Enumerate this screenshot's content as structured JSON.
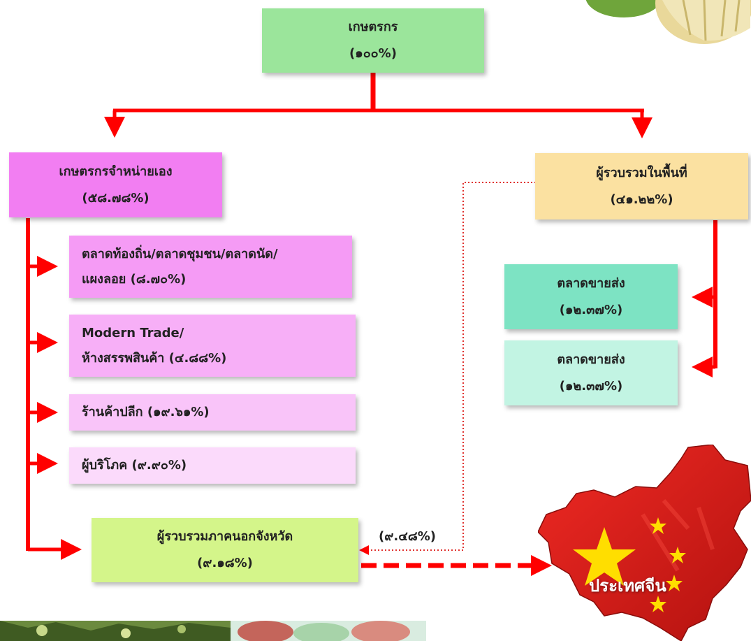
{
  "farmer": {
    "name": "เกษตรกร",
    "pct": "(๑๐๐%)"
  },
  "self_sell": {
    "name": "เกษตรกรจำหน่ายเอง",
    "pct": "(๕๘.๗๘%)"
  },
  "local_collector": {
    "name": "ผู้รวบรวมในพื้นที่",
    "pct": "(๔๑.๒๒%)"
  },
  "channels": [
    {
      "line1": "ตลาดท้องถิ่น/ตลาดชุมชน/ตลาดนัด/",
      "line2": "แผงลอย (๘.๗๐%)"
    },
    {
      "line1": "Modern Trade/",
      "line2": "ห้างสรรพสินค้า (๔.๘๘%)"
    },
    {
      "line1": "ร้านค้าปลีก (๑๙.๖๑%)"
    },
    {
      "line1": "ผู้บริโภค (๙.๙๐%)"
    }
  ],
  "wholesale": [
    {
      "name": "ตลาดขายส่ง",
      "pct": "(๑๒.๓๗%)"
    },
    {
      "name": "ตลาดขายส่ง",
      "pct": "(๑๒.๓๗%)"
    }
  ],
  "outside_collector": {
    "name": "ผู้รวบรวมภาคนอกจังหวัด",
    "pct": "(๙.๑๘%)"
  },
  "dotted_label": "(๙.๔๘%)",
  "china_label": "ประเทศจีน",
  "colors": {
    "arrow": "#ff0000",
    "farmer": "#9be59b",
    "self_sell": "#f27ef2",
    "local_collector": "#fbe1a1",
    "ch1": "#f59bf5",
    "ch2": "#f7aff7",
    "ch3": "#f9c4f9",
    "ch4": "#fbdafb",
    "ws1": "#7de3c3",
    "ws2": "#c2f4e3",
    "outside": "#d4f58a",
    "china_red": "#d9201f",
    "star": "#ffde00"
  }
}
